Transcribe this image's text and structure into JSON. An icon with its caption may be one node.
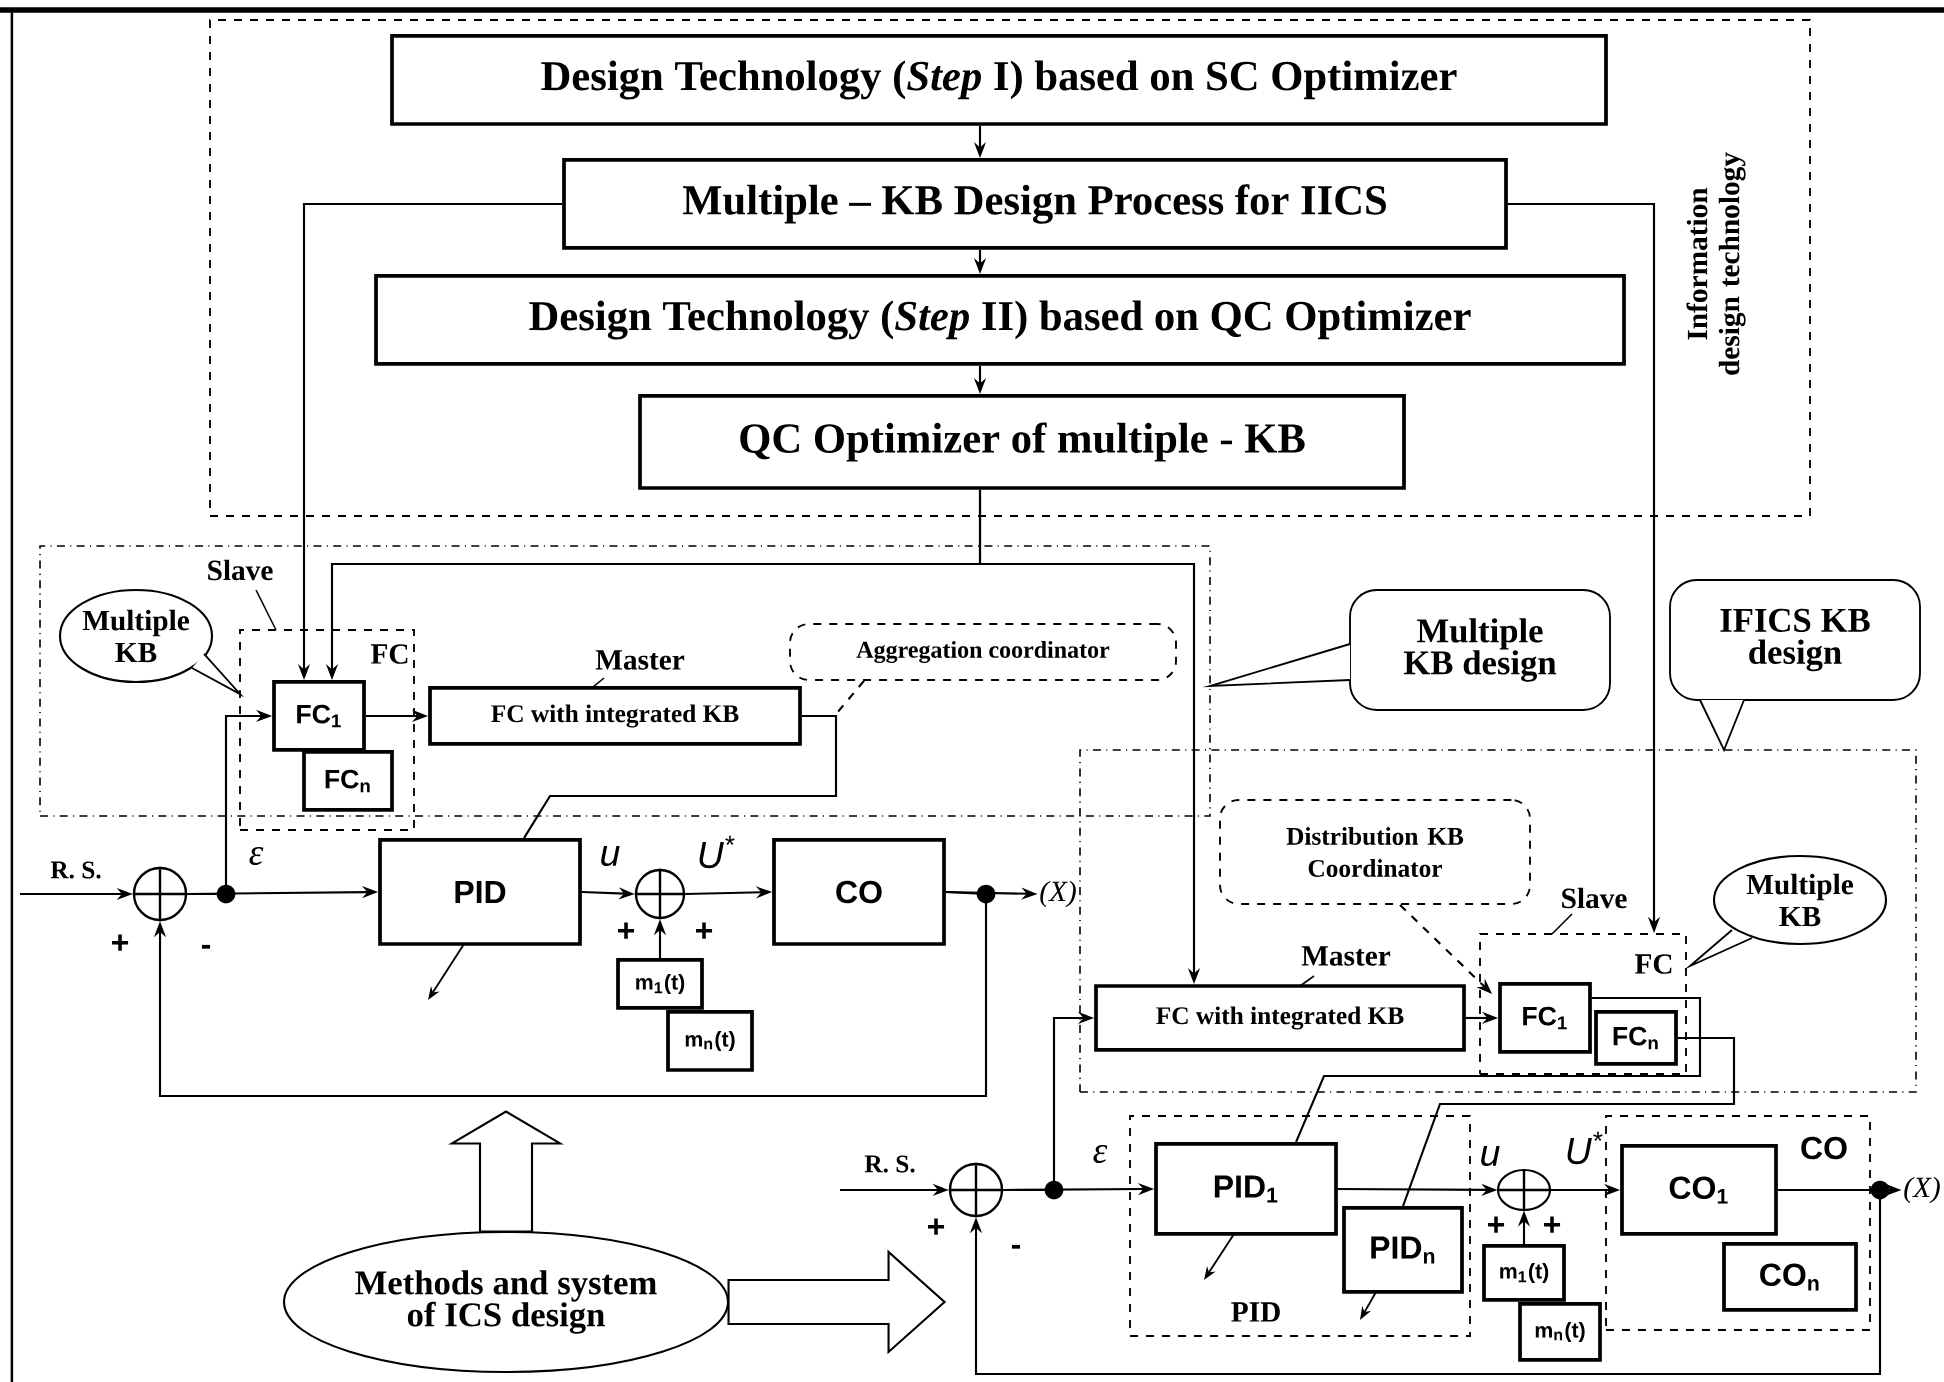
{
  "diagram": {
    "nodes": [
      {
        "text": [
          "Information design technology"
        ]
      },
      {
        "text": [
          "Design Technology (*Step* I) based on SC Optimizer"
        ],
        "in": 0
      },
      {
        "text": [
          "Multiple – KB Design Process for IICS"
        ],
        "in": 0
      },
      {
        "text": [
          "Design Technology (*Step* II) based on QC Optimizer"
        ],
        "in": 0
      },
      {
        "text": [
          "QC Optimizer of multiple - KB"
        ],
        "in": 0
      },
      {
        "text": [],
        "shape": "box"
      },
      {
        "text": [
          "Multiple KB"
        ],
        "in": 5
      },
      {
        "text": [
          "FC"
        ],
        "beside": [
          "Slave"
        ]
      },
      {
        "text": [
          "FC$_{1}$"
        ],
        "in": 7
      },
      {
        "text": [
          "FC$_{n}$"
        ],
        "in": 7
      },
      {
        "text": [
          "FC with integrated KB"
        ],
        "beside": [
          "Master"
        ],
        "in": 5
      },
      {
        "text": [
          "Aggregation coordinator"
        ],
        "in": 5
      },
      {
        "text": [
          "Multiple KB design"
        ]
      },
      {
        "text": [
          "IFICS KB design"
        ]
      },
      {
        "text": [],
        "shape": "circle"
      },
      {
        "text": [
          "PID"
        ]
      },
      {
        "text": [],
        "shape": "circle"
      },
      {
        "text": [
          "CO"
        ]
      },
      {
        "text": [
          "m$_{1}$(t)"
        ]
      },
      {
        "text": [
          "m$_{n}$(t)"
        ]
      },
      {
        "text": [
          "Methods and system of ICS design"
        ]
      },
      {
        "text": [],
        "shape": "box"
      },
      {
        "text": [
          "Distribution KB Coordinator"
        ],
        "in": 21
      },
      {
        "text": [
          "FC with integrated KB"
        ],
        "beside": [
          "Master"
        ],
        "in": 21
      },
      {
        "text": [
          "FC"
        ],
        "beside": [
          "Slave"
        ],
        "in": 21
      },
      {
        "text": [
          "FC$_{1}$"
        ],
        "in": 24
      },
      {
        "text": [
          "FC$_{n}$"
        ],
        "in": 24
      },
      {
        "text": [
          "Multiple KB"
        ],
        "in": 21
      },
      {
        "text": [],
        "shape": "circle"
      },
      {
        "text": [
          "PID"
        ]
      },
      {
        "text": [
          "PID$_{1}$"
        ],
        "in": 29
      },
      {
        "text": [
          "PID$_{n}$"
        ],
        "in": 29
      },
      {
        "text": [],
        "shape": "circle"
      },
      {
        "text": [
          "CO"
        ]
      },
      {
        "text": [
          "CO$_{1}$"
        ],
        "in": 33
      },
      {
        "text": [
          "CO$_{n}$"
        ],
        "in": 33
      },
      {
        "text": [
          "m$_{1}$(t)"
        ]
      },
      {
        "text": [
          "m$_{n}$(t)"
        ]
      },
      {
        "text": [
          "(X)"
        ]
      },
      {
        "text": [
          "(X)"
        ]
      }
    ],
    "edges": [
      {
        "from": 1,
        "to": 2,
        "arrow": "to"
      },
      {
        "from": 2,
        "to": 3,
        "arrow": "to"
      },
      {
        "from": 3,
        "to": 4,
        "arrow": "to"
      },
      {
        "from": 2,
        "to": 8,
        "arrow": "to"
      },
      {
        "from": 2,
        "to": 24,
        "arrow": "to"
      },
      {
        "from": 4,
        "to": 8,
        "arrow": "to"
      },
      {
        "from": 4,
        "to": 23,
        "arrow": "to"
      },
      {
        "from": 8,
        "to": 10,
        "arrow": "to"
      },
      {
        "from": 10,
        "to": 15,
        "arrow": "none"
      },
      {
        "from": null,
        "to": 14,
        "arrow": "to",
        "label": "R. S."
      },
      {
        "from": 14,
        "to": 15,
        "arrow": "to"
      },
      {
        "from": 14,
        "to": 8,
        "arrow": "to"
      },
      {
        "from": 15,
        "to": 16,
        "arrow": "to"
      },
      {
        "from": 16,
        "to": 17,
        "arrow": "to"
      },
      {
        "from": 18,
        "to": 16,
        "arrow": "to"
      },
      {
        "from": 17,
        "to": 14,
        "arrow": "to"
      },
      {
        "from": 17,
        "to": 38,
        "arrow": "to"
      },
      {
        "from": 20,
        "to": null,
        "arrow": "to",
        "style": "thick"
      },
      {
        "from": 20,
        "to": null,
        "arrow": "to",
        "style": "thick"
      },
      {
        "from": null,
        "to": 28,
        "arrow": "to",
        "label": "R. S."
      },
      {
        "from": 28,
        "to": 30,
        "arrow": "to"
      },
      {
        "from": 28,
        "to": 23,
        "arrow": "to"
      },
      {
        "from": 23,
        "to": 25,
        "arrow": "to"
      },
      {
        "from": 25,
        "to": 30,
        "arrow": "none"
      },
      {
        "from": 26,
        "to": 31,
        "arrow": "none"
      },
      {
        "from": 30,
        "to": 32,
        "arrow": "to"
      },
      {
        "from": 32,
        "to": 34,
        "arrow": "to"
      },
      {
        "from": 36,
        "to": 32,
        "arrow": "to"
      },
      {
        "from": 34,
        "to": 28,
        "arrow": "to"
      },
      {
        "from": 34,
        "to": 39,
        "arrow": "to"
      },
      {
        "from": 11,
        "to": null,
        "arrow": "none",
        "style": "dashed"
      },
      {
        "from": 22,
        "to": 25,
        "arrow": "to",
        "style": "dashed"
      }
    ],
    "labels": [
      "ε",
      "u",
      "U$^{*}$",
      "+",
      "-",
      "+",
      "+",
      "ε",
      "u",
      "U$^{*}$",
      "+",
      "-",
      "+",
      "+"
    ]
  }
}
